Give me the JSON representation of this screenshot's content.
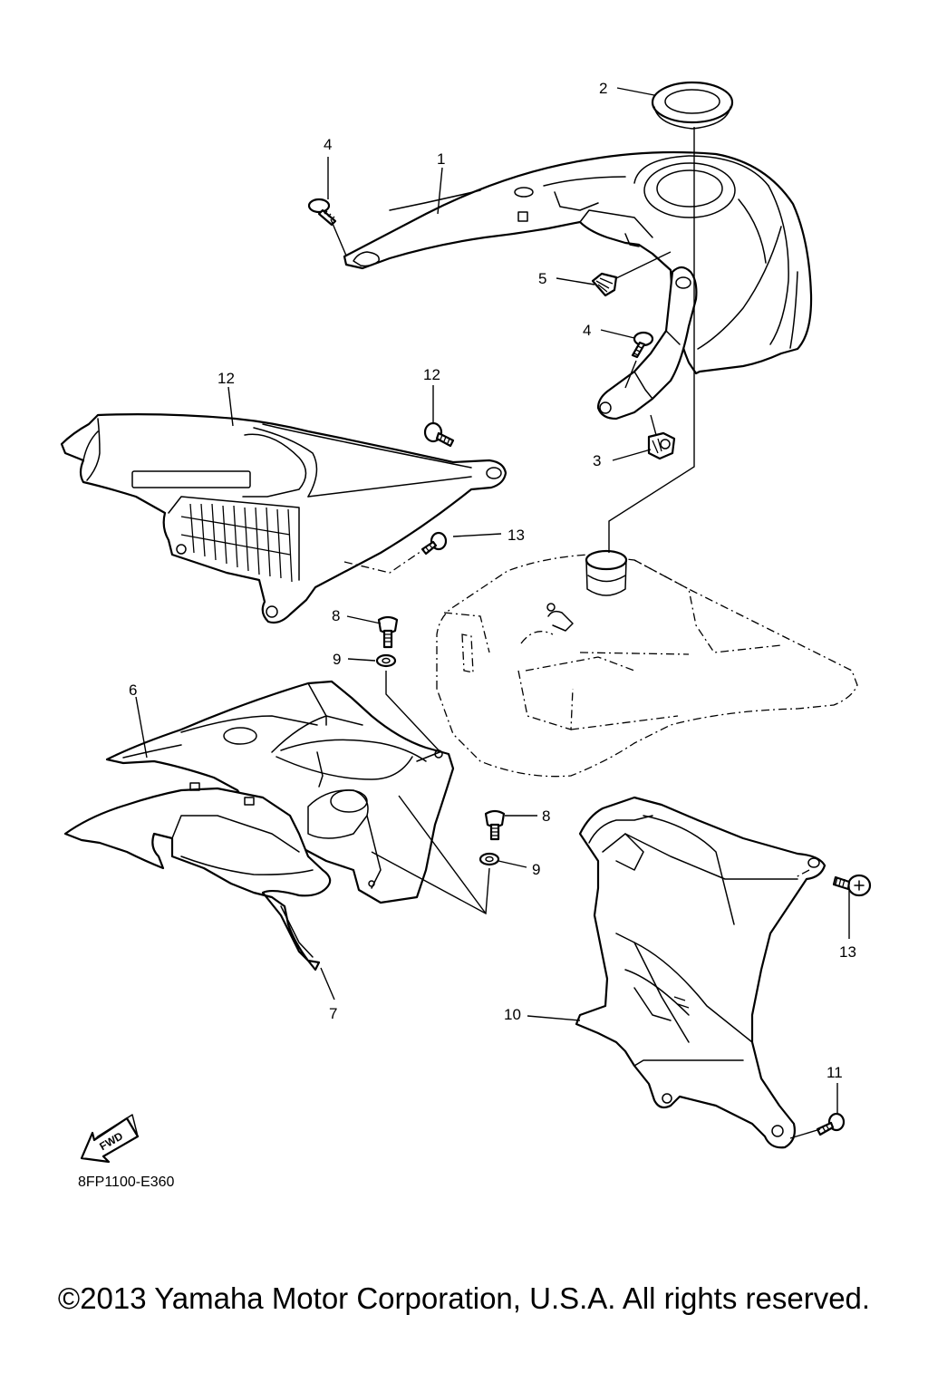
{
  "diagram": {
    "callouts": [
      {
        "id": "c1",
        "label": "1"
      },
      {
        "id": "c2",
        "label": "2"
      },
      {
        "id": "c3",
        "label": "3"
      },
      {
        "id": "c4a",
        "label": "4"
      },
      {
        "id": "c4b",
        "label": "4"
      },
      {
        "id": "c5",
        "label": "5"
      },
      {
        "id": "c6",
        "label": "6"
      },
      {
        "id": "c7",
        "label": "7"
      },
      {
        "id": "c8a",
        "label": "8"
      },
      {
        "id": "c8b",
        "label": "8"
      },
      {
        "id": "c9a",
        "label": "9"
      },
      {
        "id": "c9b",
        "label": "9"
      },
      {
        "id": "c10",
        "label": "10"
      },
      {
        "id": "c11",
        "label": "11"
      },
      {
        "id": "c12a",
        "label": "12"
      },
      {
        "id": "c12b",
        "label": "12"
      },
      {
        "id": "c13a",
        "label": "13"
      },
      {
        "id": "c13b",
        "label": "13"
      }
    ],
    "fwd_label": "FWD",
    "reference_code": "8FP1100-E360"
  },
  "footer": {
    "copyright": "©2013 Yamaha Motor Corporation, U.S.A. All rights reserved."
  }
}
